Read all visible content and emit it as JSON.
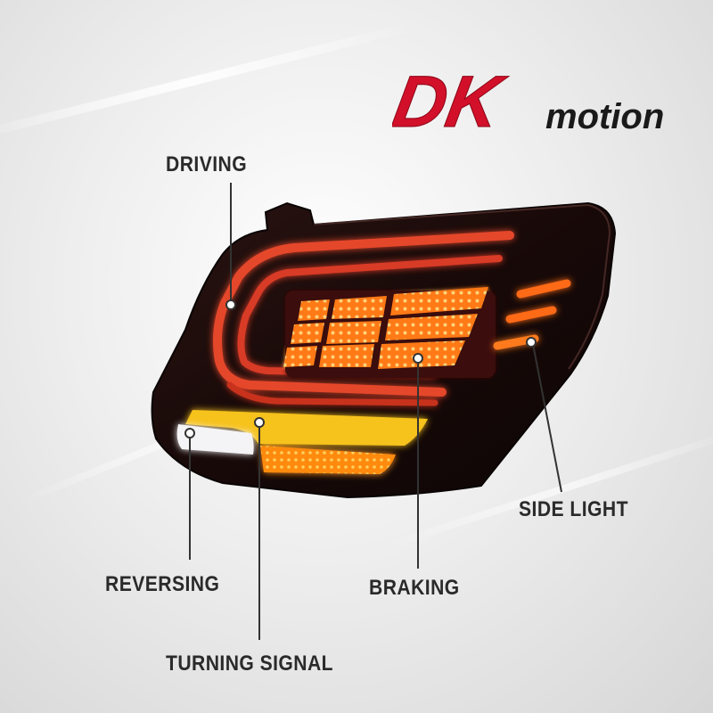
{
  "brand": {
    "logo_dk": "DK",
    "logo_motion": "motion",
    "logo_color": "#d2102a"
  },
  "callouts": {
    "driving": "DRIVING",
    "side_light": "SIDE LIGHT",
    "reversing": "REVERSING",
    "braking": "BRAKING",
    "turning_signal": "TURNING SIGNAL"
  },
  "colors": {
    "housing": "#1c0e0d",
    "red_led": "#e2402a",
    "amber_led": "#ff8a1a",
    "yellow_led": "#f6c21c",
    "white_led": "#f4f4f6",
    "label_text": "#2a2a2a"
  }
}
